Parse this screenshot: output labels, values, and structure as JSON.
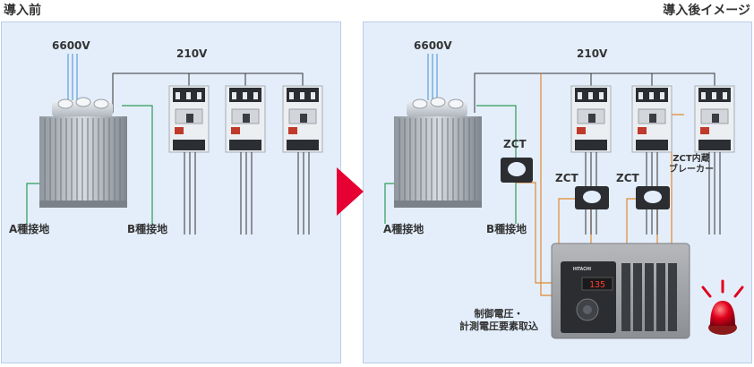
{
  "captions": {
    "before": "導入前",
    "after": "導入後イメージ"
  },
  "before": {
    "high_voltage": "6600V",
    "low_voltage": "210V",
    "ground_a": "A種接地",
    "ground_b": "B種接地"
  },
  "after": {
    "high_voltage": "6600V",
    "low_voltage": "210V",
    "ground_a": "A種接地",
    "ground_b": "B種接地",
    "zct_labels": [
      "ZCT",
      "ZCT",
      "ZCT"
    ],
    "zct_breaker": [
      "ZCT内蔵",
      "ブレーカー"
    ],
    "voltage_input": [
      "制御電圧・",
      "計測電圧要素取込"
    ],
    "monitor_display": "135",
    "monitor_brand": "HITACHI"
  },
  "colors": {
    "panel_bg": "#e4eefb",
    "ground_wire": "#2e9a57",
    "signal_wire": "#e0892f",
    "phase_wire": "#5aa0d8",
    "arrow": "#e60033",
    "alarm": "#e0001b"
  }
}
